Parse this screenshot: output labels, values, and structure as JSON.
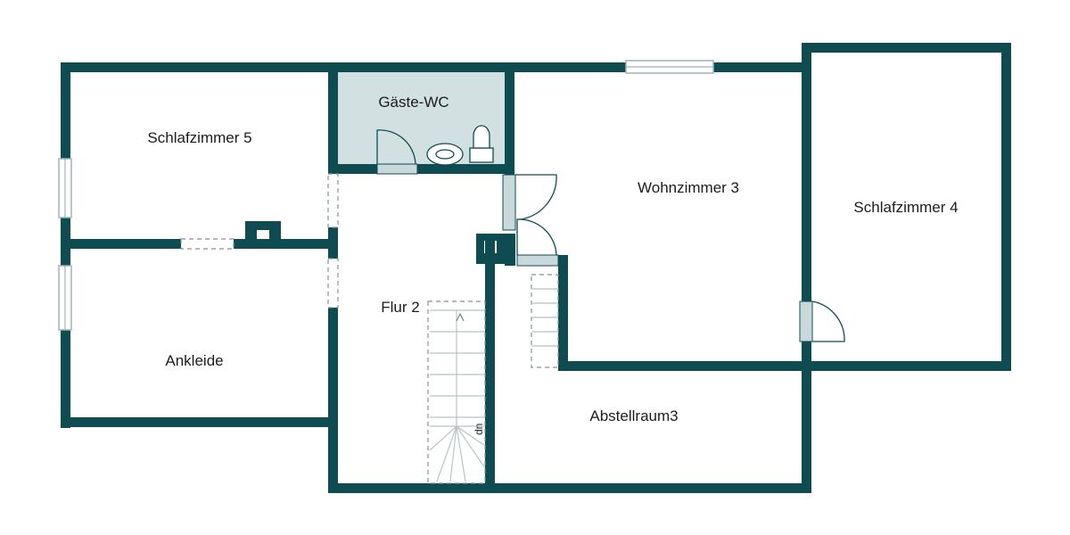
{
  "colors": {
    "wall": "#0f4c52",
    "wc_floor": "#d2e0e2",
    "door_leaf": "#c9d8da",
    "background": "#ffffff"
  },
  "rooms": {
    "schlafzimmer5": "Schlafzimmer 5",
    "gaeste_wc": "Gäste-WC",
    "wohnzimmer3": "Wohnzimmer 3",
    "schlafzimmer4": "Schlafzimmer 4",
    "flur2": "Flur 2",
    "ankleide": "Ankleide",
    "abstellraum3": "Abstellraum3"
  },
  "stairs": {
    "direction_mark": "dn"
  }
}
